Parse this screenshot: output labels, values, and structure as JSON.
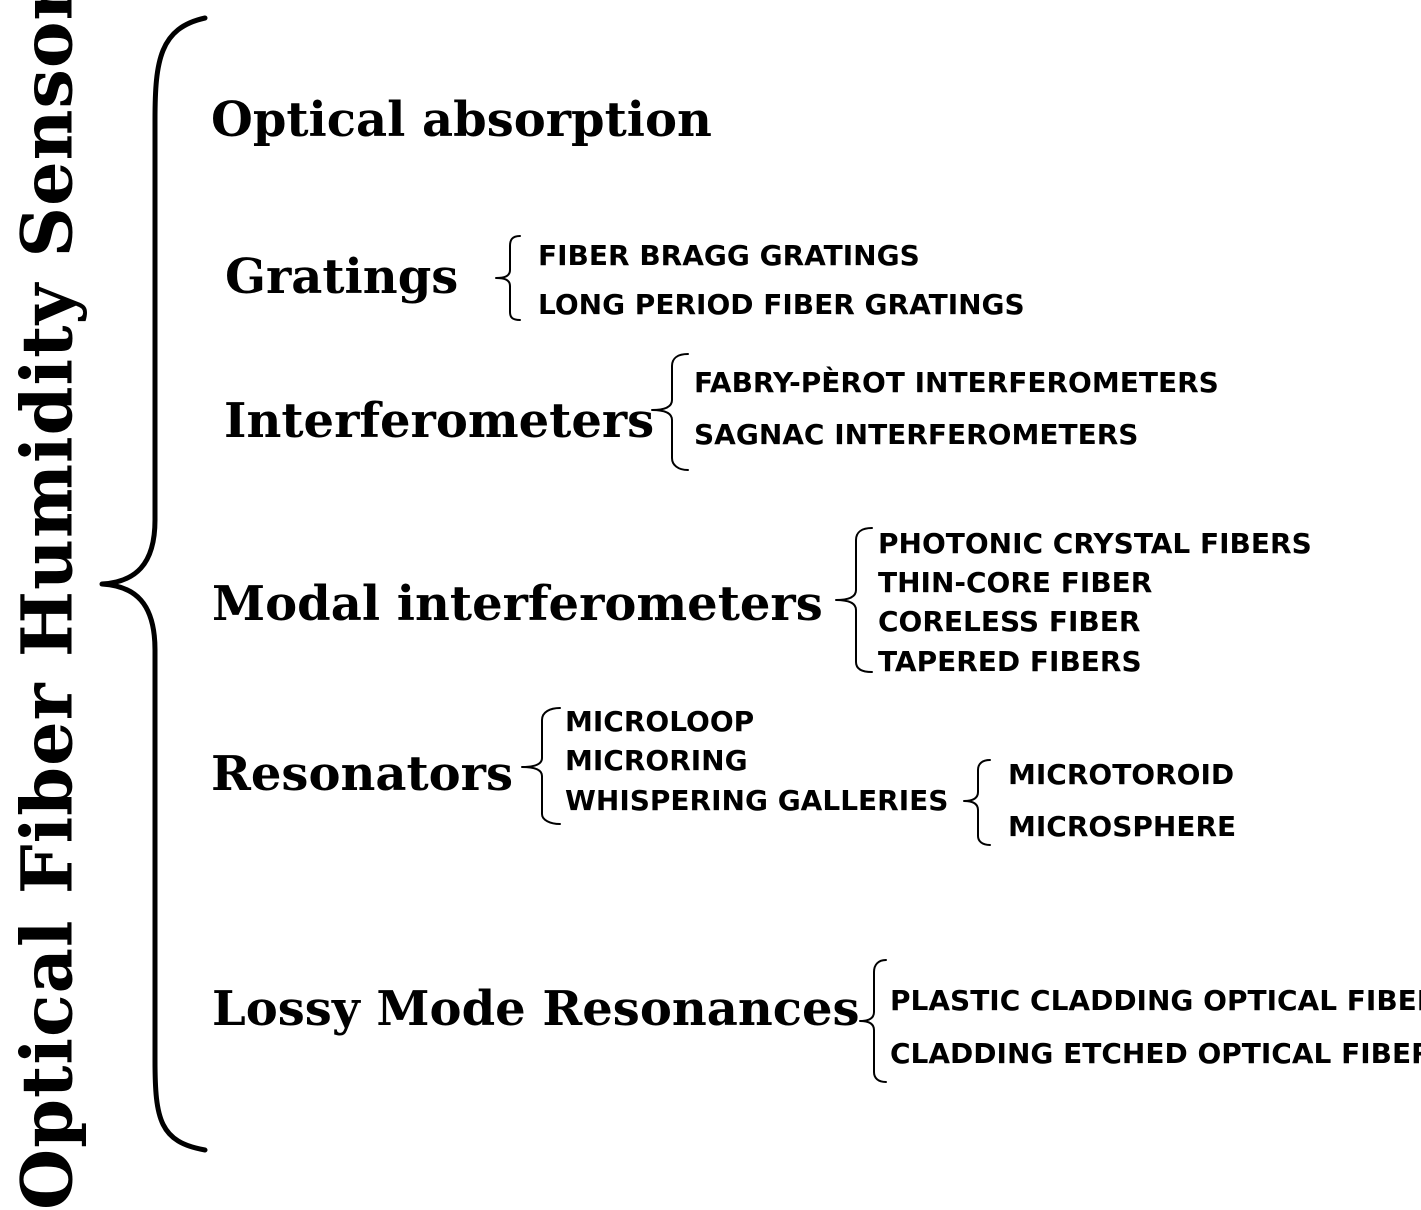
{
  "root": "Optical Fiber Humidity Sensors",
  "categories": [
    {
      "label": "Optical absorption",
      "items": []
    },
    {
      "label": "Gratings",
      "items": [
        "FIBER BRAGG GRATINGS",
        "LONG PERIOD FIBER GRATINGS"
      ]
    },
    {
      "label": "Interferometers",
      "items": [
        "FABRY-PÈROT INTERFEROMETERS",
        "SAGNAC INTERFEROMETERS"
      ]
    },
    {
      "label": "Modal interferometers",
      "items": [
        "PHOTONIC CRYSTAL FIBERS",
        "THIN-CORE FIBER",
        "CORELESS FIBER",
        "TAPERED FIBERS"
      ]
    },
    {
      "label": "Resonators",
      "items": [
        "MICROLOOP",
        "MICRORING",
        "WHISPERING GALLERIES"
      ],
      "subitems": [
        "MICROTOROID",
        "MICROSPHERE"
      ]
    },
    {
      "label": "Lossy Mode Resonances",
      "items": [
        "PLASTIC CLADDING OPTICAL FIBER",
        "CLADDING ETCHED OPTICAL FIBER"
      ]
    }
  ]
}
